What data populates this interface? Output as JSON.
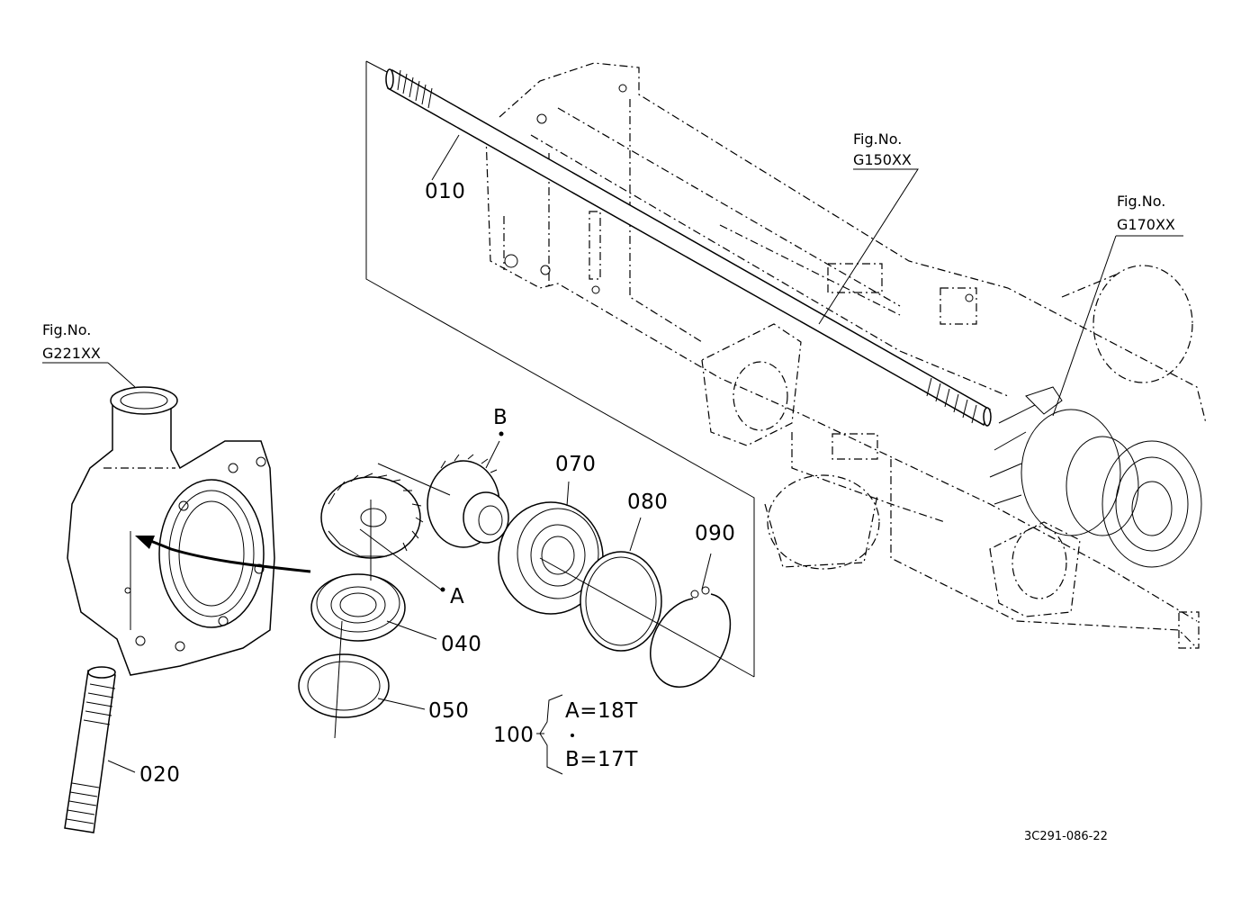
{
  "part_labels": {
    "p010": "010",
    "p020": "020",
    "p040": "040",
    "p050": "050",
    "p070": "070",
    "p080": "080",
    "p090": "090",
    "p100": "100"
  },
  "fig_refs": [
    {
      "title": "Fig.No.",
      "code": "G150XX"
    },
    {
      "title": "Fig.No.",
      "code": "G170XX"
    },
    {
      "title": "Fig.No.",
      "code": "G221XX"
    }
  ],
  "gear_markers": {
    "a": "A",
    "b": "B"
  },
  "teeth_spec": {
    "a": "A=18T",
    "b": "B=17T"
  },
  "drawing_number": "3C291-086-22"
}
